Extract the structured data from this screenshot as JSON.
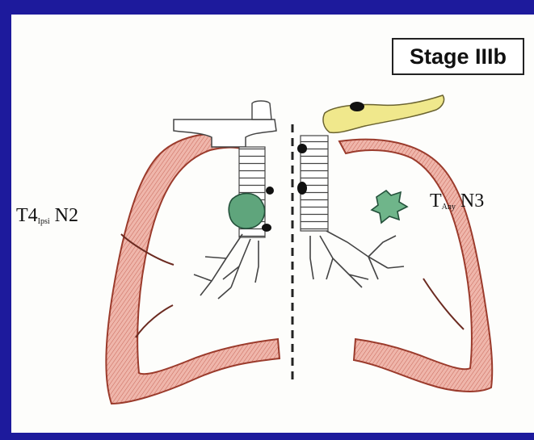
{
  "stage_label": "Stage IIIb",
  "left_label": {
    "main": "T4",
    "sub": "Ipsi",
    "rest": " N2"
  },
  "right_label": {
    "main": "T",
    "sub": "Any",
    "rest": " N3"
  },
  "colors": {
    "background": "#1d1a9c",
    "panel": "#fdfdfb",
    "pleura": "#e8a69b",
    "pleura_stroke": "#9b3b2c",
    "tumor": "#5fa57c",
    "bone": "#f0e88c",
    "node": "#111111"
  }
}
